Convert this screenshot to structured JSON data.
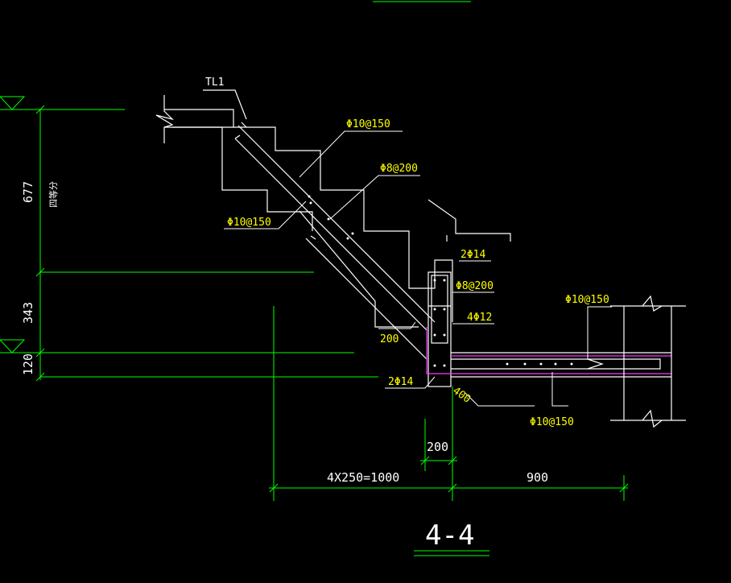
{
  "drawing": {
    "section_title": "4-4",
    "beam_label": "TL1",
    "side_note": "四等分"
  },
  "rebar_labels": {
    "top_stair_bar": "Φ10@150",
    "dist_bar": "Φ8@200",
    "bottom_stair_bar": "Φ10@150",
    "beam_top": "2Φ14",
    "beam_stirrup": "Φ8@200",
    "beam_side": "4Φ12",
    "beam_bottom": "2Φ14",
    "slab_top": "Φ10@150",
    "slab_bottom": "Φ10@150"
  },
  "dimensions": {
    "height_upper": "677",
    "height_mid": "343",
    "height_low": "120",
    "anchor_200": "200",
    "anchor_400": "400",
    "beam_width": "200",
    "steps_run": "4X250=1000",
    "slab_span": "900"
  },
  "colors": {
    "background": "#000000",
    "structure": "#ffffff",
    "dimension": "#00ff00",
    "rebar_text": "#ffff00",
    "slab_rebar": "#ff33ff"
  }
}
